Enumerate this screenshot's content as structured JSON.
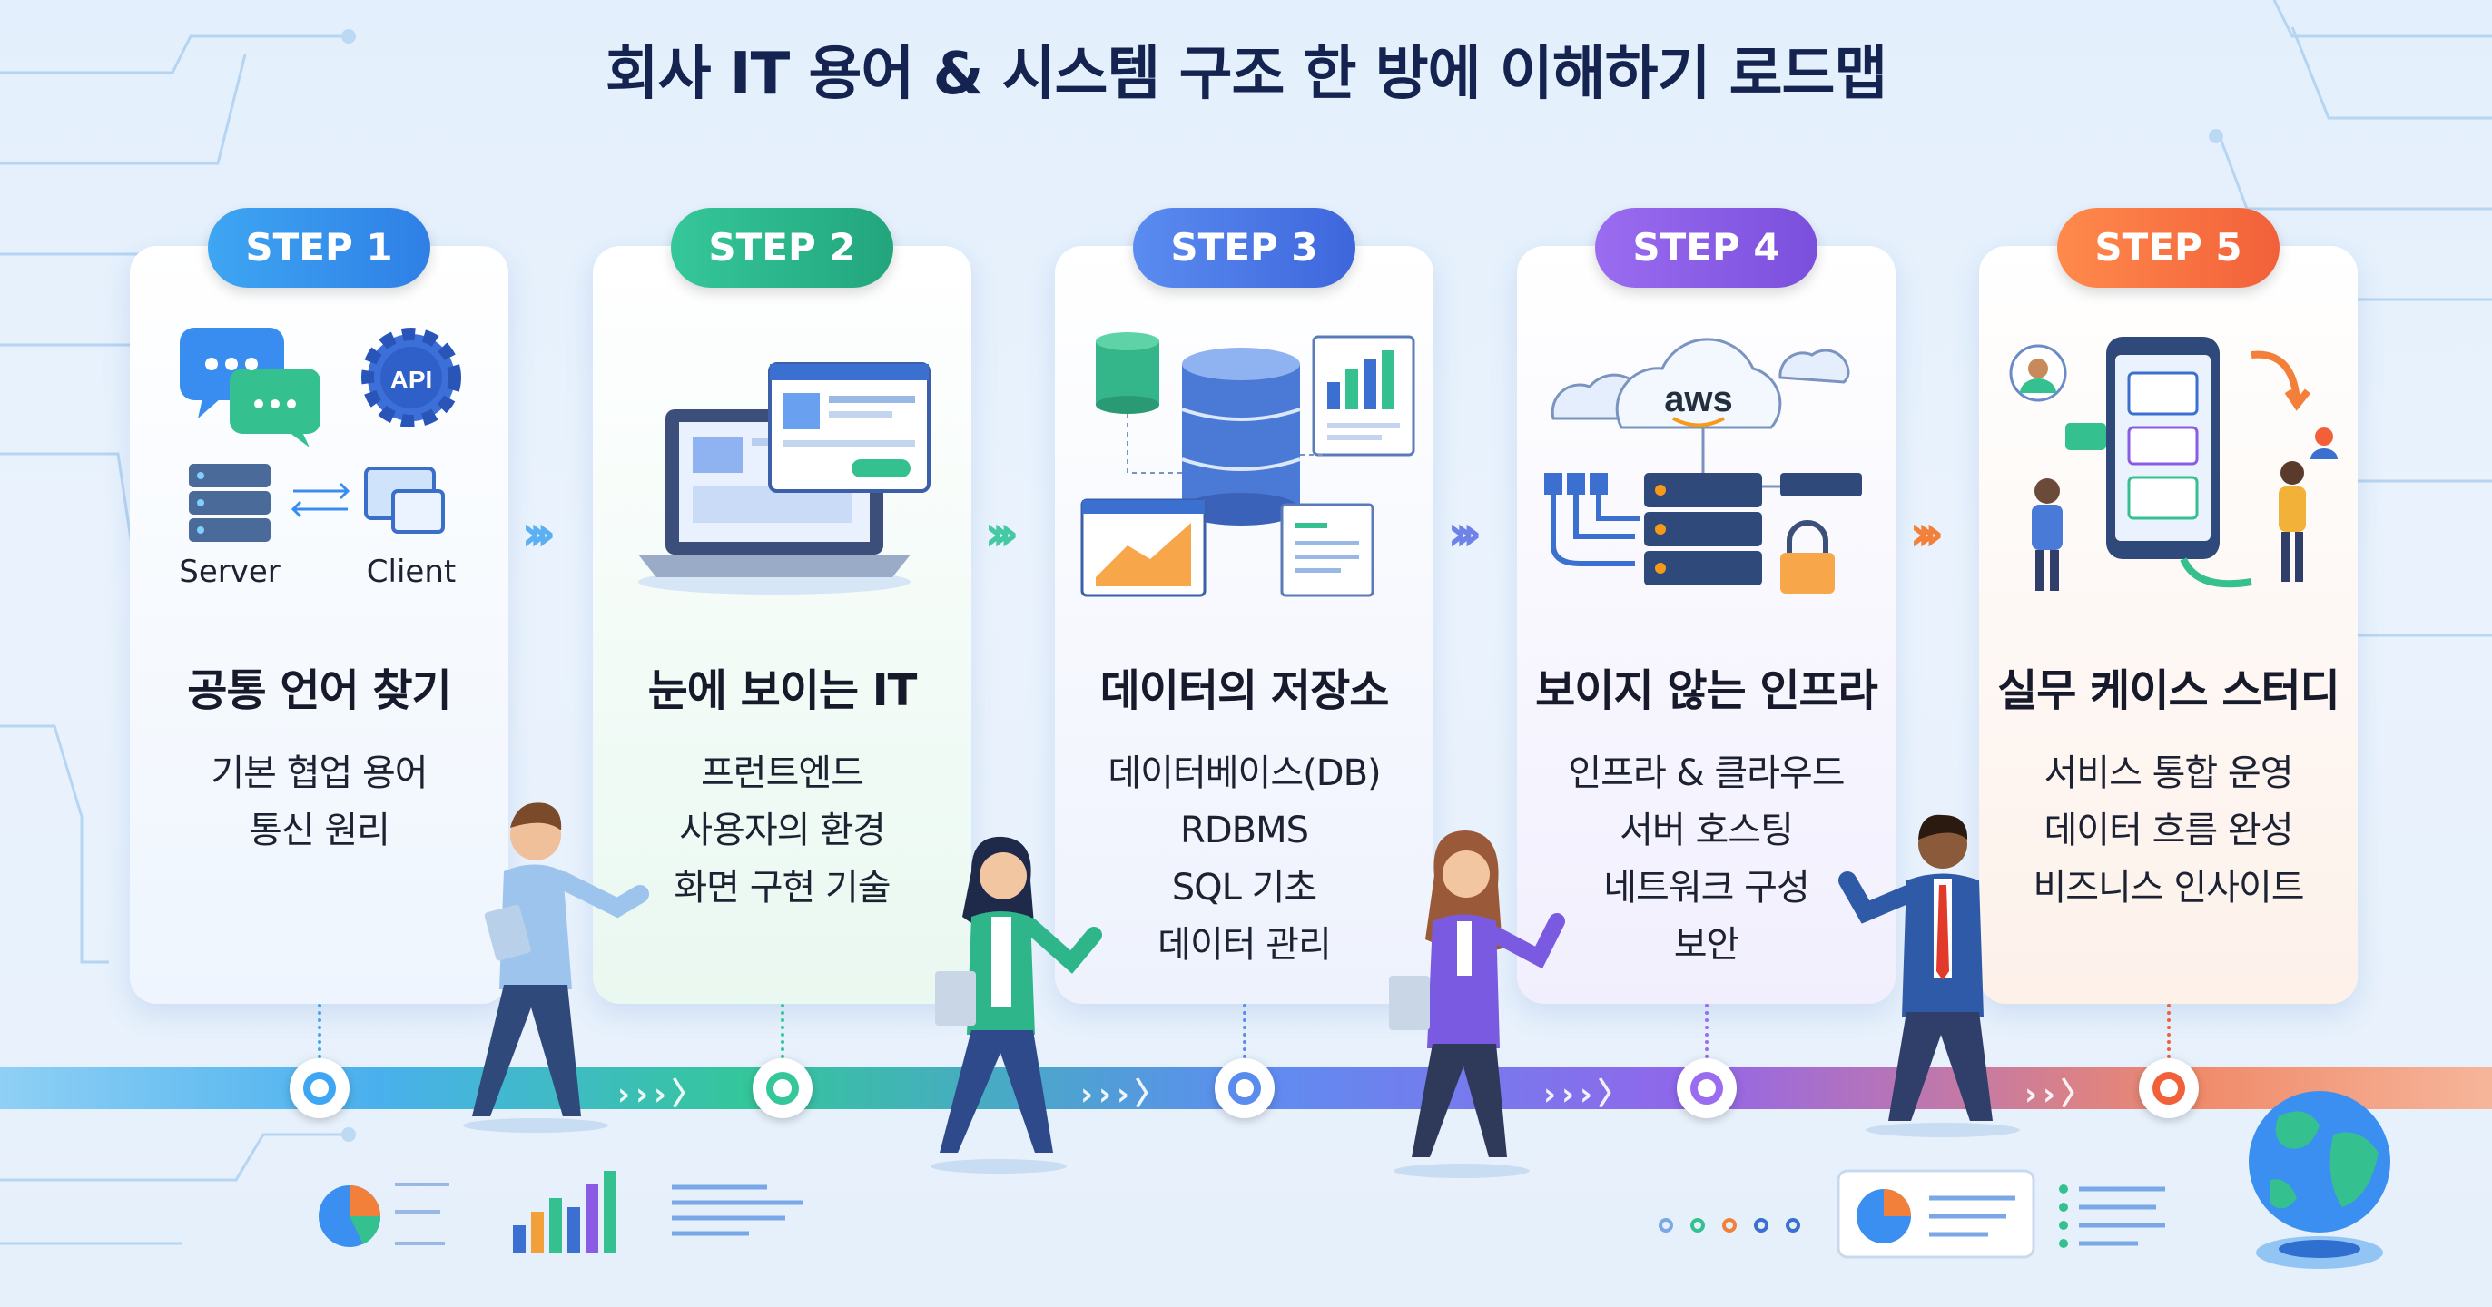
{
  "title": "회사 IT 용어 & 시스템 구조 한 방에 이해하기 로드맵",
  "steps": [
    {
      "badge": "STEP 1",
      "title": "공통 언어 찾기",
      "items": [
        "기본 협업 용어",
        "통신 원리"
      ],
      "icon_labels": {
        "server": "Server",
        "client": "Client",
        "api": "API"
      },
      "color": "#2f7fe6"
    },
    {
      "badge": "STEP 2",
      "title": "눈에 보이는 IT",
      "items": [
        "프런트엔드",
        "사용자의 환경",
        "화면 구현 기술"
      ],
      "color": "#22a57c"
    },
    {
      "badge": "STEP 3",
      "title": "데이터의 저장소",
      "items": [
        "데이터베이스(DB)",
        "RDBMS",
        "SQL 기초",
        "데이터 관리"
      ],
      "color": "#3e66dc"
    },
    {
      "badge": "STEP 4",
      "title": "보이지 않는 인프라",
      "items": [
        "인프라 & 클라우드",
        "서버 호스팅",
        "네트워크 구성",
        "보안"
      ],
      "icon_labels": {
        "cloud": "aws"
      },
      "color": "#7a4fdc"
    },
    {
      "badge": "STEP 5",
      "title": "실무 케이스 스터디",
      "items": [
        "서비스 통합 운영",
        "데이터 흐름 완성",
        "비즈니스 인사이트"
      ],
      "color": "#f2603a"
    }
  ]
}
